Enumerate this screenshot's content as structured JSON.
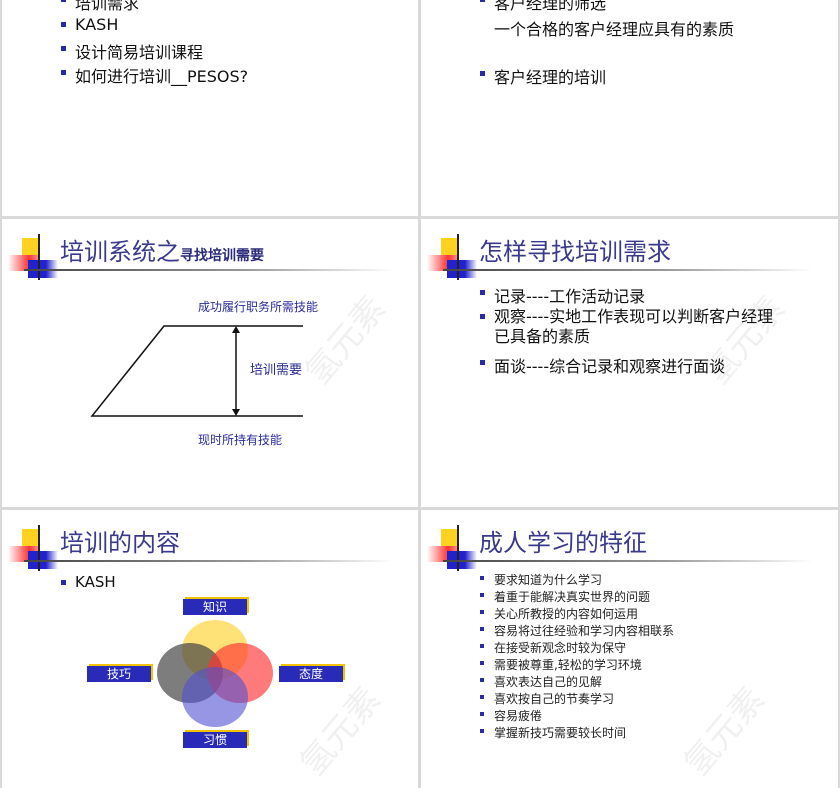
{
  "slides": [
    {
      "bullets": [
        "培训需求",
        "KASH",
        "设计简易培训课程",
        "如何进行培训__PESOS?"
      ]
    },
    {
      "bullets": [
        "客户经理的筛选",
        "客户经理的培训"
      ],
      "sub": "一个合格的客户经理应具有的素质"
    },
    {
      "title": "培训系统之",
      "title_small": "寻找培训需要",
      "diagram": {
        "top": "成功履行职务所需技能",
        "middle": "培训需要",
        "bottom": "现时所持有技能"
      }
    },
    {
      "title": "怎样寻找培训需求",
      "bullets": [
        "记录----工作活动记录",
        "观察----实地工作表现可以判断客户经理已具备的素质",
        "面谈----综合记录和观察进行面谈"
      ]
    },
    {
      "title": "培训的内容",
      "bullets": [
        "KASH"
      ],
      "venn": {
        "top": "知识",
        "left": "技巧",
        "right": "态度",
        "bottom": "习惯",
        "colors": {
          "top": "#ffd84a",
          "left": "#555555",
          "right": "#ff4040",
          "bottom": "#5a5ad8",
          "label": "#2a2ab8"
        }
      }
    },
    {
      "title": "成人学习的特征",
      "bullets": [
        "要求知道为什么学习",
        "着重于能解决真实世界的问题",
        "关心所教授的内容如何运用",
        "容易将过往经验和学习内容相联系",
        "在接受新观念时较为保守",
        "需要被尊重,轻松的学习环境",
        "喜欢表达自己的见解",
        "喜欢按自己的节奏学习",
        "容易疲倦",
        "掌握新技巧需要较长时间"
      ]
    }
  ],
  "watermark": "氢元素"
}
